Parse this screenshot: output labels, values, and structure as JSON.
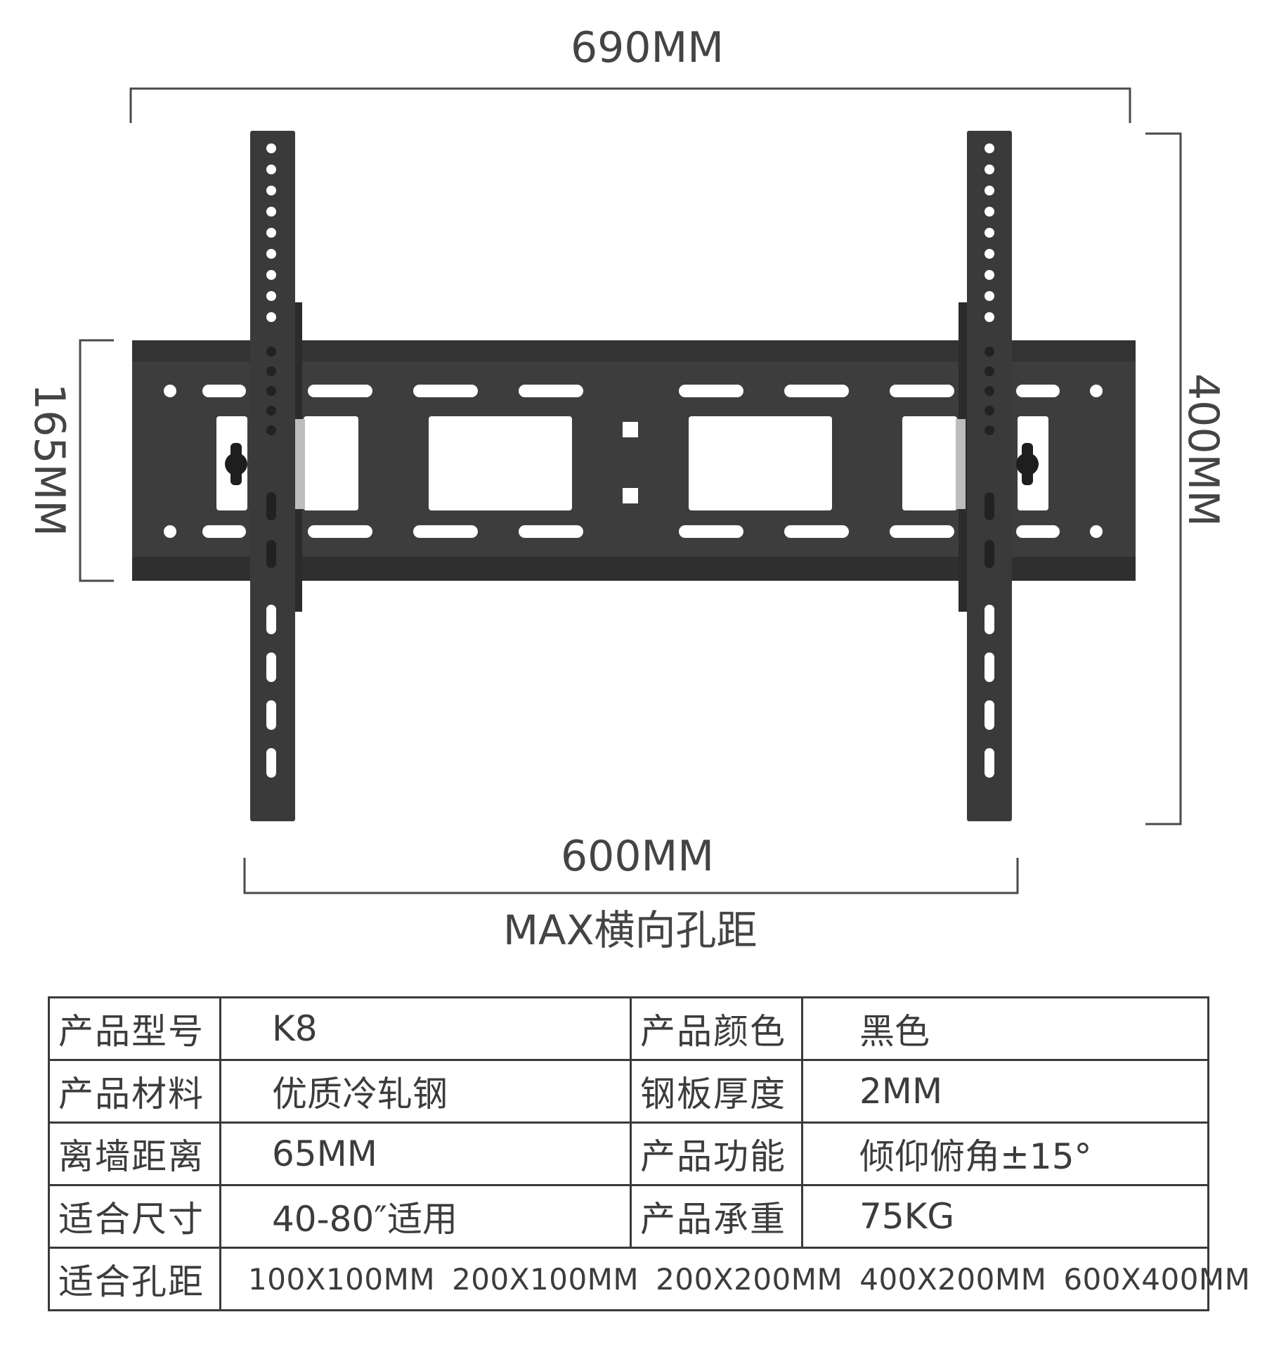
{
  "dimensions": {
    "overall_width": "690MM",
    "overall_height": "400MM",
    "plate_height": "165MM",
    "hole_span": "600MM",
    "hole_span_caption": "MAX横向孔距"
  },
  "colors": {
    "bracket": "#3d3d3d",
    "bracket_dark": "#2b2b2b",
    "dimension_line": "#4a4a4a",
    "table_border": "#3a3a3a"
  },
  "specs": {
    "rows": [
      {
        "k1": "产品型号",
        "v1": "K8",
        "k2": "产品颜色",
        "v2": "黑色"
      },
      {
        "k1": "产品材料",
        "v1": "优质冷轧钢",
        "k2": "钢板厚度",
        "v2": "2MM"
      },
      {
        "k1": "离墙距离",
        "v1": "65MM",
        "k2": "产品功能",
        "v2": "倾仰俯角±15°"
      },
      {
        "k1": "适合尺寸",
        "v1": "40-80″适用",
        "k2": "产品承重",
        "v2": "75KG"
      }
    ],
    "holes_label": "适合孔距",
    "holes": [
      "100X100MM",
      "200X100MM",
      "200X200MM",
      "400X200MM",
      "600X400MM"
    ]
  }
}
